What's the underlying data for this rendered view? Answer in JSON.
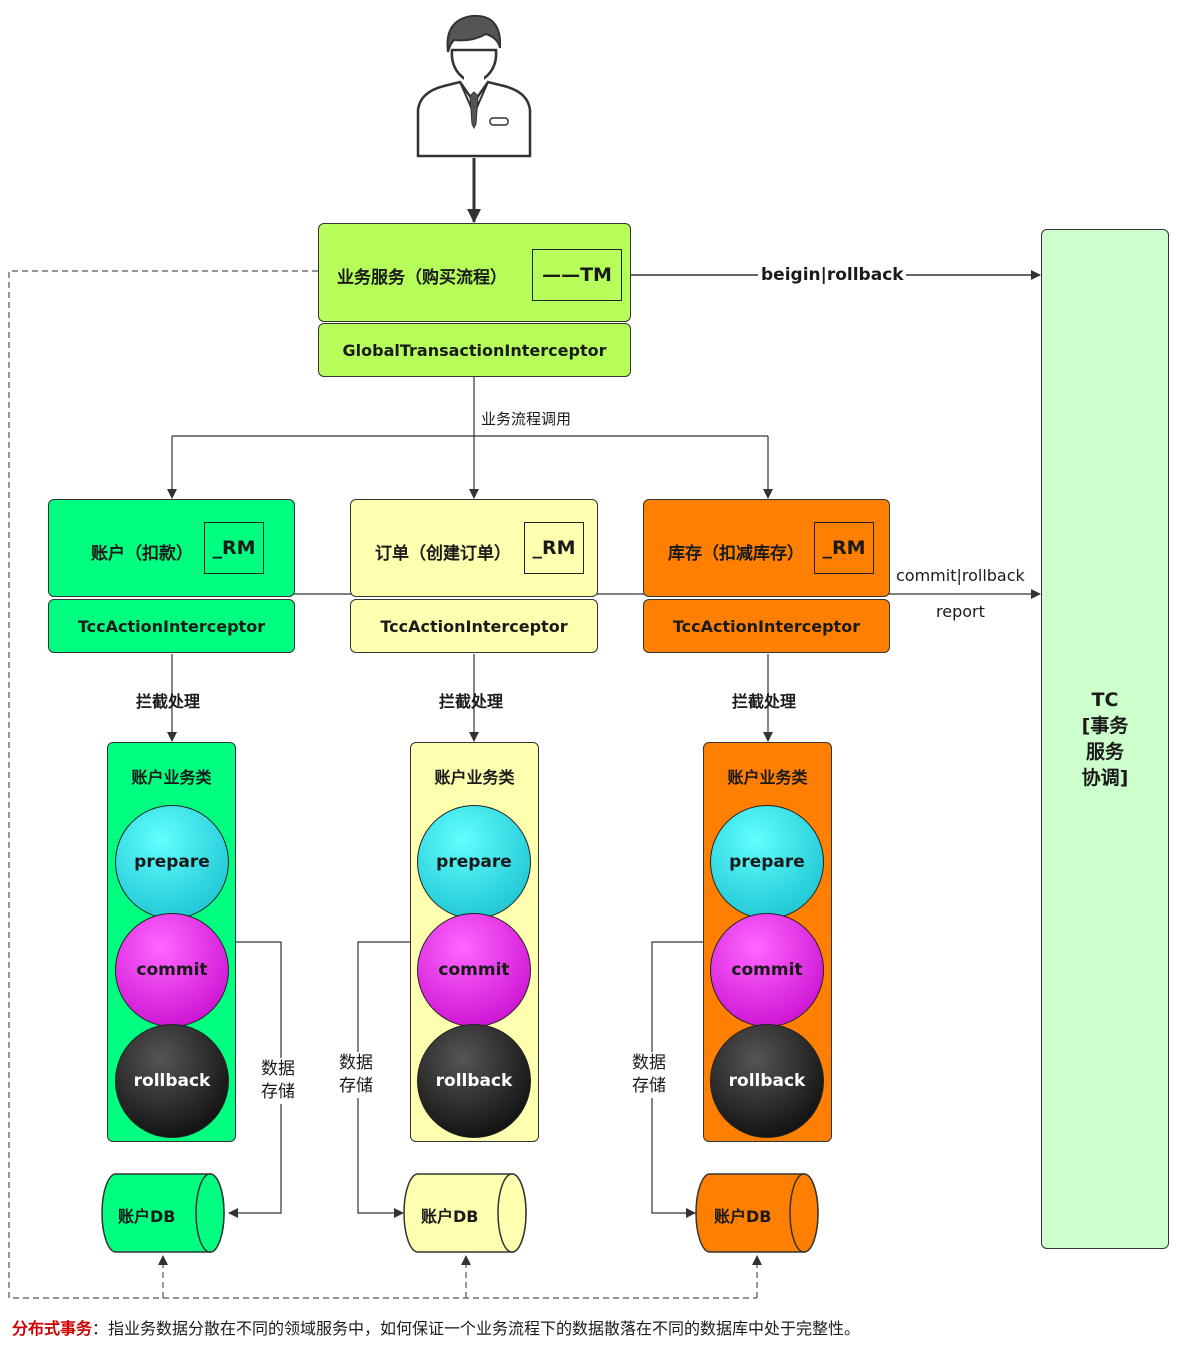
{
  "tm_box": {
    "label": "业务服务（购买流程）",
    "tag": "——TM",
    "interceptor": "GlobalTransactionInterceptor"
  },
  "flow_label": "业务流程调用",
  "tc_box": {
    "lines": [
      "TC",
      "[事务",
      "服务",
      "协调]"
    ]
  },
  "arrows": {
    "begin_rollback": "beigin|rollback",
    "commit_rollback": "commit|rollback",
    "report": "report"
  },
  "services": [
    {
      "title": "账户（扣款）",
      "rm": "_RM",
      "interceptor": "TccActionInterceptor",
      "intercept": "拦截处理",
      "class_title": "账户业务类",
      "storage": "数据\n存储",
      "db": "账户DB"
    },
    {
      "title": "订单（创建订单）",
      "rm": "_RM",
      "interceptor": "TccActionInterceptor",
      "intercept": "拦截处理",
      "class_title": "账户业务类",
      "storage": "数据\n存储",
      "db": "账户DB"
    },
    {
      "title": "库存（扣减库存）",
      "rm": "_RM",
      "interceptor": "TccActionInterceptor",
      "intercept": "拦截处理",
      "class_title": "账户业务类",
      "storage": "数据\n存储",
      "db": "账户DB"
    }
  ],
  "methods": {
    "prepare": "prepare",
    "commit": "commit",
    "rollback": "rollback"
  },
  "footer": {
    "term": "分布式事务",
    "sep": "：",
    "desc": "指业务数据分散在不同的领域服务中，如何保证一个业务流程下的数据散落在不同的数据库中处于完整性。"
  },
  "colors": {
    "tm_green": "#b6ff5a",
    "tc_green": "#ccffcc",
    "svc_green": "#00ff80",
    "svc_yellow": "#ffffb0",
    "svc_orange": "#ff8000",
    "prepare_cyan": "#20d8e0",
    "commit_magenta": "#e030e8",
    "rollback_black": "#1a1a1a",
    "footer_red": "#cc0000"
  }
}
